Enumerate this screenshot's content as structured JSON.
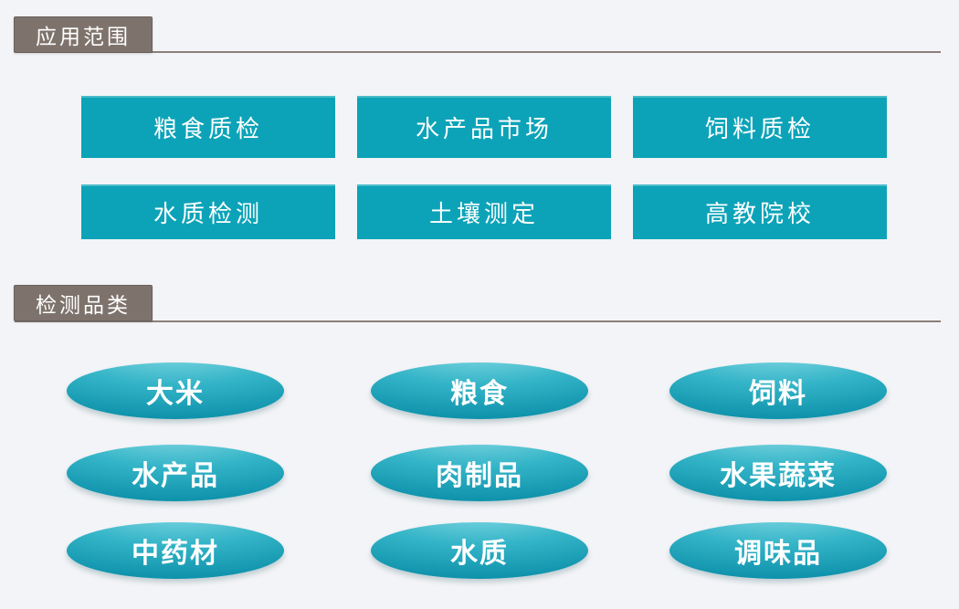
{
  "colors": {
    "background": "#f3f4f7",
    "teal_button": "#0ca3b8",
    "ellipse_gradient_top": "#8edde7",
    "ellipse_gradient_bottom": "#0a85a0",
    "header_taupe": "#7e736c",
    "rule_line": "#8a7e79",
    "text_white": "#ffffff"
  },
  "sections": [
    {
      "id": "application-scope",
      "title": "应用范围",
      "items": [
        "粮食质检",
        "水产品市场",
        "饲料质检",
        "水质检测",
        "土壤测定",
        "高教院校"
      ]
    },
    {
      "id": "detection-categories",
      "title": "检测品类",
      "items": [
        "大米",
        "粮食",
        "饲料",
        "水产品",
        "肉制品",
        "水果蔬菜",
        "中药材",
        "水质",
        "调味品"
      ]
    }
  ]
}
